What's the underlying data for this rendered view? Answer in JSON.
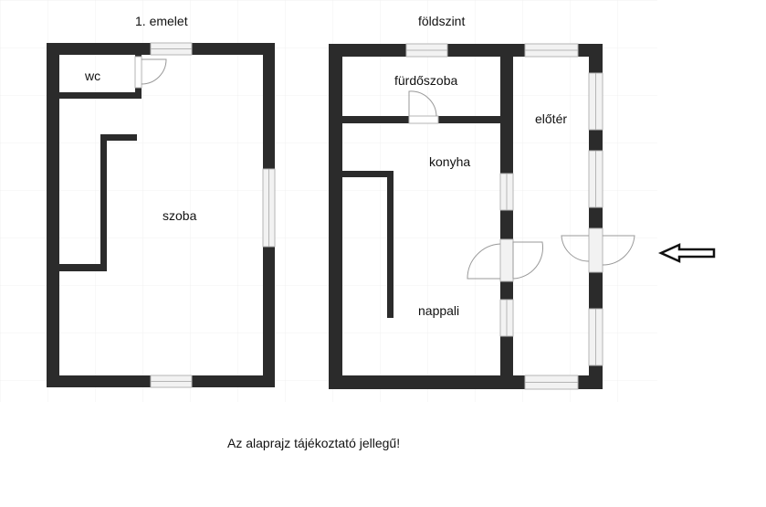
{
  "floors": {
    "upper": {
      "title": "1. emelet",
      "rooms": {
        "wc": "wc",
        "room": "szoba"
      }
    },
    "ground": {
      "title": "földszint",
      "rooms": {
        "bathroom": "fürdőszoba",
        "hall": "előtér",
        "kitchen": "konyha",
        "living": "nappali"
      }
    }
  },
  "note": "Az alaprajz tájékoztató jellegű!",
  "colors": {
    "wall": "#2b2b2b",
    "window_glass": "#f2f2f2",
    "window_frame": "#b5b5b5",
    "door_line": "#999999"
  },
  "icons": {
    "entrance": "arrow-left-icon"
  }
}
